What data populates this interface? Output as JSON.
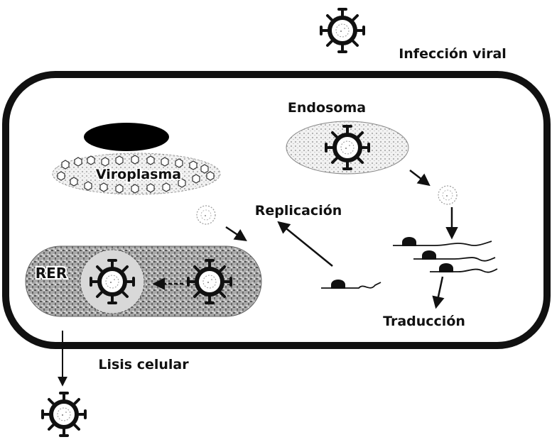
{
  "labels": {
    "infection": "Infección viral",
    "endosome": "Endosoma",
    "viroplasm": "Viroplasma",
    "replication": "Replicación",
    "rer": "RER",
    "translation": "Traducción",
    "lysis": "Lisis celular"
  },
  "colors": {
    "stroke": "#111111",
    "organelle_fill": "#ececec",
    "rer_fill": "#9a9a9a",
    "nucleus": "#000000"
  },
  "icons": [
    "virus-icon",
    "rna-icon",
    "ribosome-icon",
    "arrow-icon"
  ]
}
